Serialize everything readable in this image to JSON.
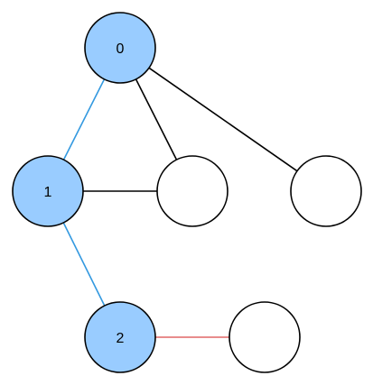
{
  "graph": {
    "nodes": [
      {
        "id": "n0",
        "label": "0",
        "fill": "#99ccff"
      },
      {
        "id": "n1",
        "label": "1",
        "fill": "#99ccff"
      },
      {
        "id": "n2",
        "label": "2",
        "fill": "#99ccff"
      },
      {
        "id": "n3",
        "label": "",
        "fill": "#ffffff"
      },
      {
        "id": "n4",
        "label": "",
        "fill": "#ffffff"
      },
      {
        "id": "n5",
        "label": "",
        "fill": "#ffffff"
      }
    ],
    "edges": [
      {
        "from": "n0",
        "to": "n1",
        "color": "#3399e0"
      },
      {
        "from": "n0",
        "to": "n3",
        "color": "#000000"
      },
      {
        "from": "n0",
        "to": "n4",
        "color": "#000000"
      },
      {
        "from": "n1",
        "to": "n3",
        "color": "#000000"
      },
      {
        "from": "n1",
        "to": "n2",
        "color": "#3399e0"
      },
      {
        "from": "n2",
        "to": "n5",
        "color": "#e06666"
      }
    ],
    "stroke_color": "#000000"
  }
}
